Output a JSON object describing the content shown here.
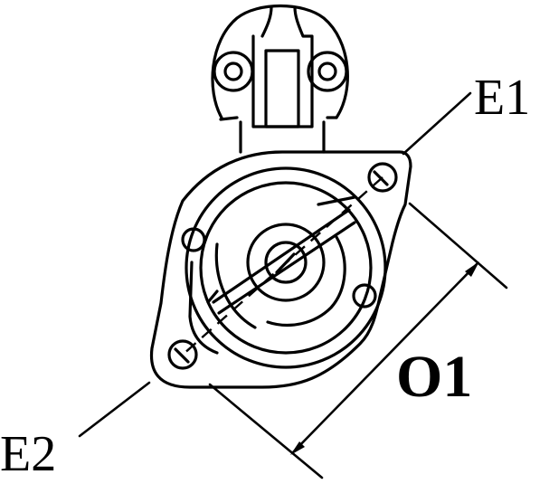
{
  "labels": {
    "e1": "E1",
    "e2": "E2",
    "o1": "O1"
  },
  "colors": {
    "line": "#000000",
    "background": "#ffffff"
  }
}
